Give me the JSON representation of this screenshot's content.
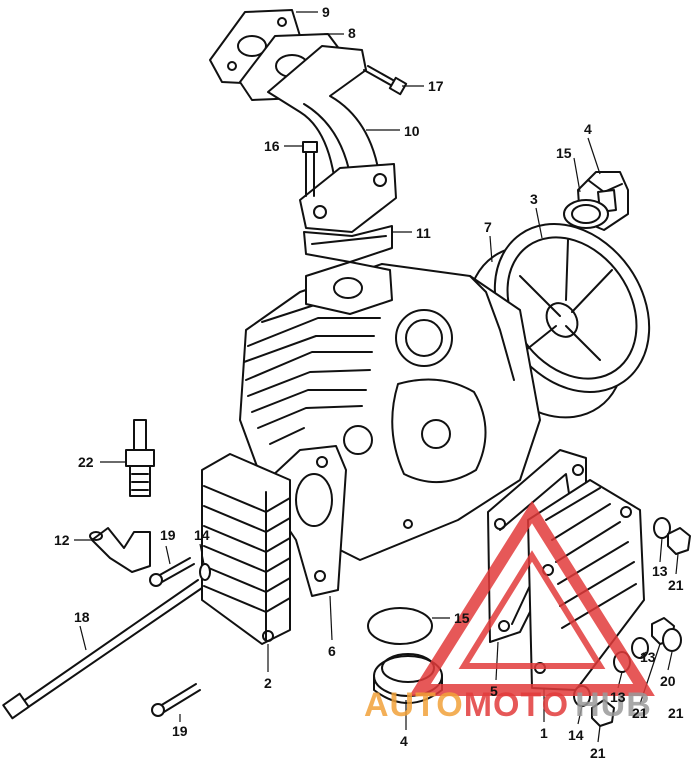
{
  "callouts": {
    "c9": "9",
    "c8": "8",
    "c17": "17",
    "c10": "10",
    "c16": "16",
    "c15a": "15",
    "c4a": "4",
    "c3": "3",
    "c11": "11",
    "c7": "7",
    "c22": "22",
    "c12": "12",
    "c19a": "19",
    "c14a": "14",
    "c18": "18",
    "c2": "2",
    "c6": "6",
    "c15b": "15",
    "c5": "5",
    "c4b": "4",
    "c19b": "19",
    "c1": "1",
    "c14b": "14",
    "c21a": "21",
    "c13a": "13",
    "c21b": "21",
    "c20": "20",
    "c13b": "13",
    "c21c": "21",
    "c13c": "13",
    "c21d": "21"
  },
  "watermark": {
    "part1": "AUTO",
    "part2": "MOTO",
    "part3": "HUB",
    "color_orange": "#f2a23a",
    "color_red": "#e23b3b",
    "color_gray": "#9a9a9a"
  }
}
